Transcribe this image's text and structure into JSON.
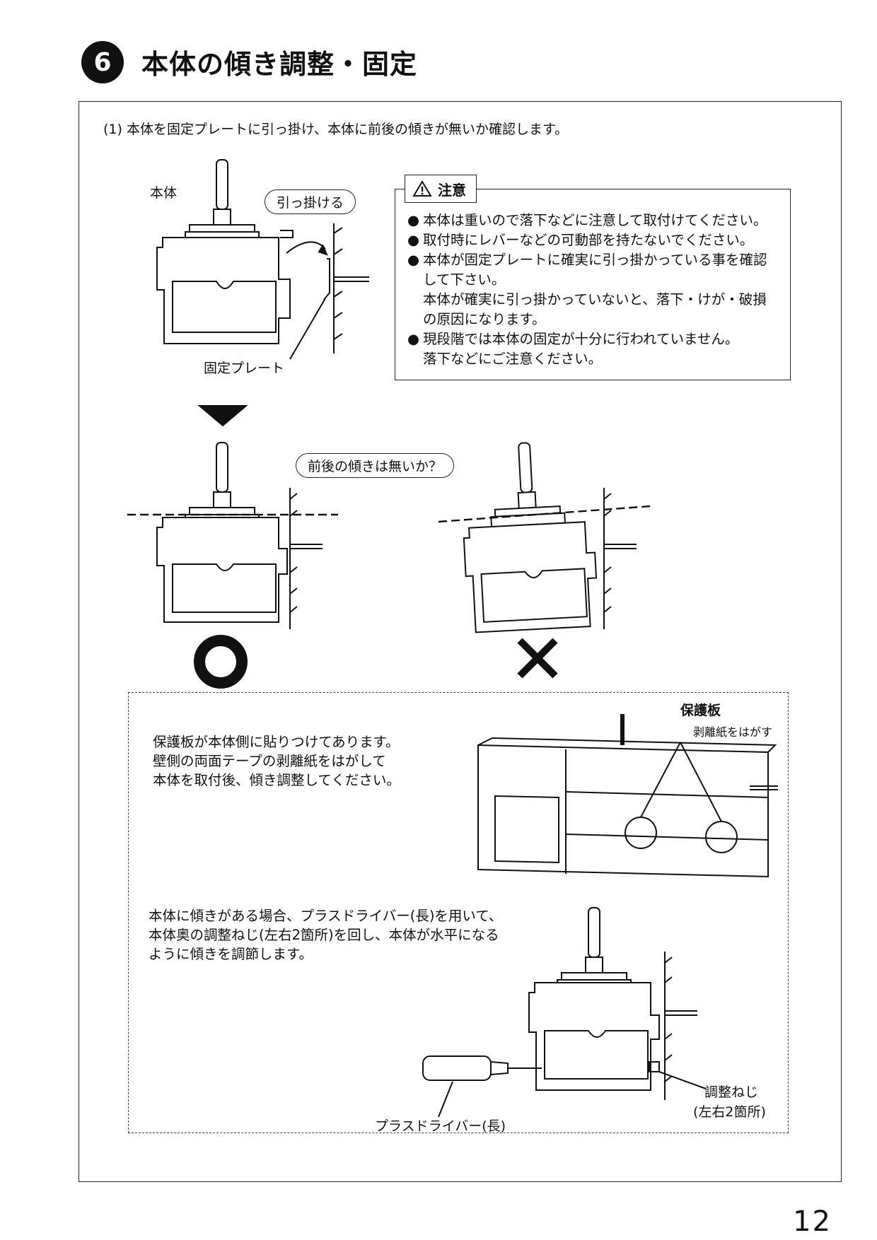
{
  "header": {
    "step_number": "6",
    "title": "本体の傾き調整・固定"
  },
  "step1": {
    "text": "(1) 本体を固定プレートに引っ掛け、本体に前後の傾きが無いか確認します。"
  },
  "diagram_top": {
    "label_body": "本体",
    "label_hook": "引っ掛ける",
    "label_plate": "固定プレート"
  },
  "caution": {
    "heading": "注意",
    "items": [
      {
        "bullet": "●",
        "lines": [
          "本体は重いので落下などに注意して取付けてください。"
        ]
      },
      {
        "bullet": "●",
        "lines": [
          "取付時にレバーなどの可動部を持たないでください。"
        ]
      },
      {
        "bullet": "●",
        "lines": [
          "本体が固定プレートに確実に引っ掛かっている事を確認",
          "して下さい。",
          "本体が確実に引っ掛かっていないと、落下・けが・破損",
          "の原因になります。"
        ]
      },
      {
        "bullet": "●",
        "lines": [
          "現段階では本体の固定が十分に行われていません。",
          "落下などにご注意ください。"
        ]
      }
    ]
  },
  "tilt_check": {
    "question": "前後の傾きは無いか？",
    "ok_mark": "○",
    "ng_mark": "×"
  },
  "protect": {
    "label_plate": "保護板",
    "label_peel": "剥離紙をはがす",
    "lines": [
      "保護板が本体側に貼りつけてあります。",
      "壁側の両面テープの剥離紙をはがして",
      "本体を取付後、傾き調整してください。"
    ]
  },
  "adjust": {
    "lines": [
      "本体に傾きがある場合、プラスドライバー(長)を用いて、",
      "本体奥の調整ねじ(左右2箇所)を回し、本体が水平になる",
      "ように傾きを調節します。"
    ],
    "label_driver": "プラスドライバー(長)",
    "label_screw_1": "調整ねじ",
    "label_screw_2": "(左右2箇所)"
  },
  "page_number": "12"
}
